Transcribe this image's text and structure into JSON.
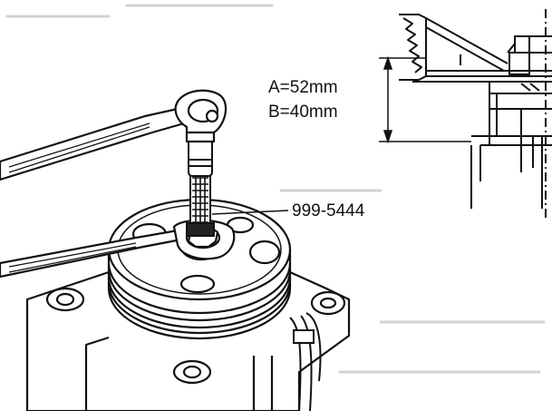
{
  "labels": {
    "dim_a": "A=52mm",
    "dim_b": "B=40mm",
    "tool_number": "999-5444"
  },
  "colors": {
    "ink": "#111111",
    "paper": "#ffffff",
    "scan_noise": "#c8c8c8"
  }
}
